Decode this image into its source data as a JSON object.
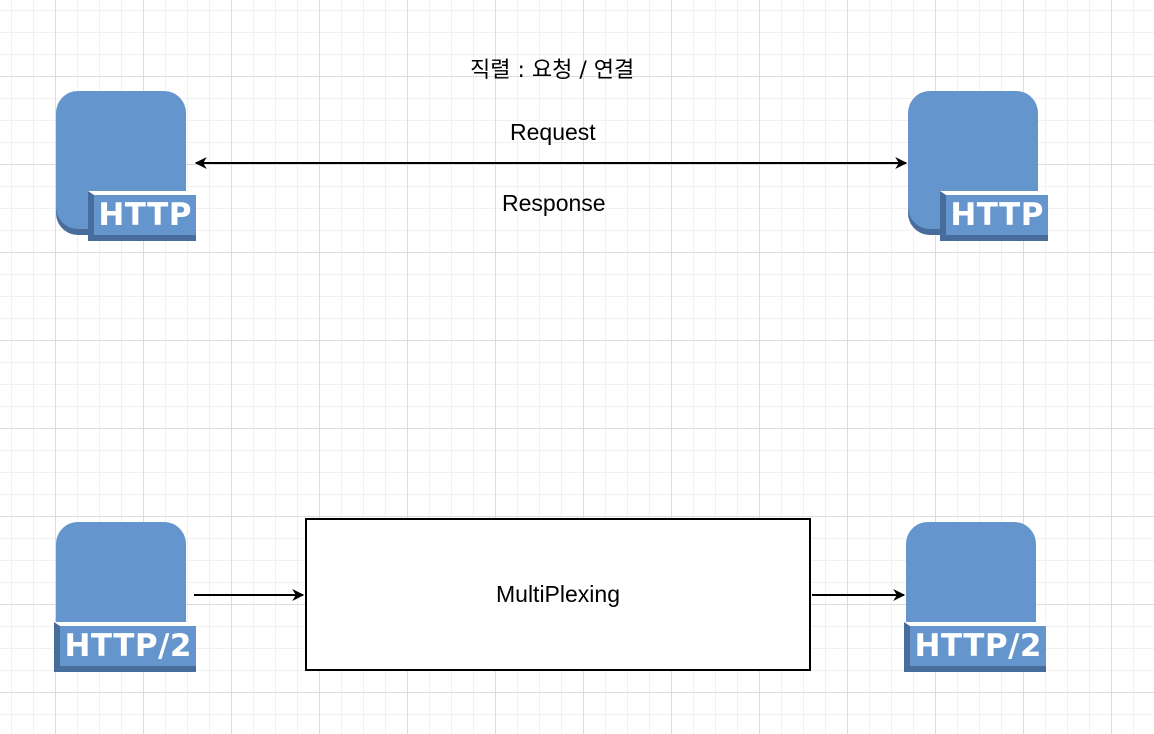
{
  "diagram": {
    "title": "직렬 : 요청 / 연결",
    "serial": {
      "request_label": "Request",
      "response_label": "Response",
      "left_server_badge": "HTTP",
      "right_server_badge": "HTTP"
    },
    "multiplex": {
      "box_label": "MultiPlexing",
      "left_server_badge": "HTTP/2",
      "right_server_badge": "HTTP/2"
    },
    "colors": {
      "server_fill": "#6495cd",
      "server_shadow": "#486d9c",
      "badge_text": "#ffffff",
      "connector": "#000000",
      "grid": "#dcdcdc"
    },
    "icons": [
      "http-server-icon",
      "http2-server-icon"
    ]
  }
}
